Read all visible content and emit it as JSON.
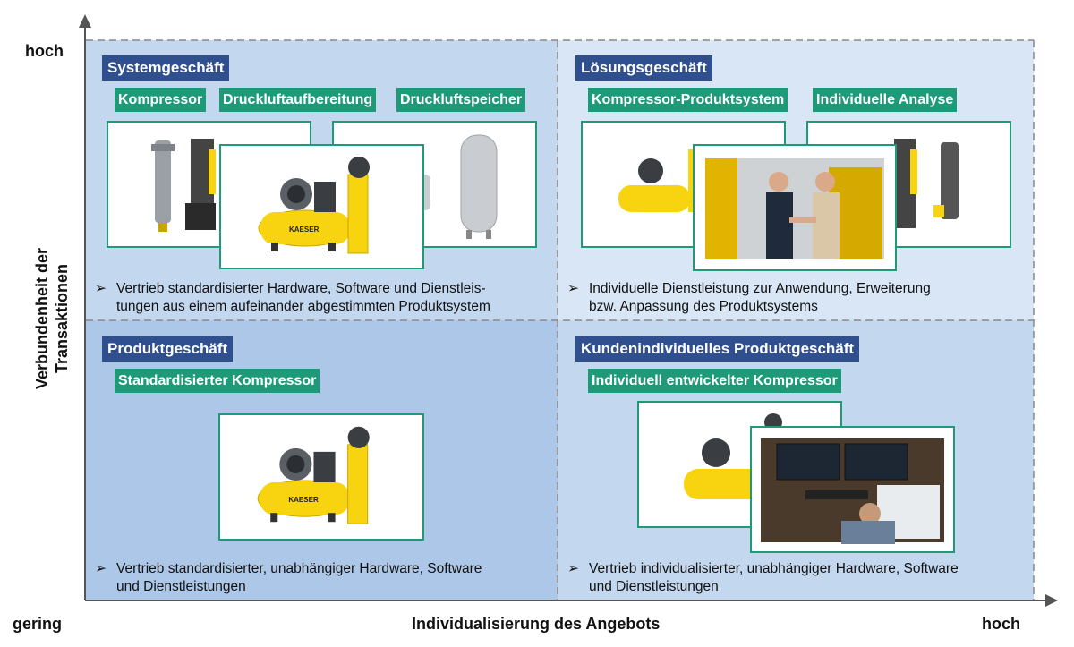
{
  "axes": {
    "y_high": "hoch",
    "x_low": "gering",
    "x_high": "hoch",
    "x_title": "Individualisierung des Angebots",
    "y_title_line1": "Verbundenheit der",
    "y_title_line2": "Transaktionen"
  },
  "quadrants": {
    "top_left": {
      "title": "Systemgeschäft",
      "tags": [
        "Kompressor",
        "Druckluftaufbereitung",
        "Druckluftspeicher"
      ],
      "desc_line1": "Vertrieb standardisierter  Hardware, Software und Dienstleis-",
      "desc_line2": "tungen aus einem aufeinander abgestimmten Produktsystem"
    },
    "top_right": {
      "title": "Lösungsgeschäft",
      "tags": [
        "Kompressor-Produktsystem",
        "Individuelle Analyse"
      ],
      "desc_line1": "Individuelle Dienstleistung zur Anwendung,  Erweiterung",
      "desc_line2": "bzw. Anpassung des Produktsystems"
    },
    "bottom_left": {
      "title": "Produktgeschäft",
      "tags": [
        "Standardisierter Kompressor"
      ],
      "desc_line1": "Vertrieb standardisierter, unabhängiger Hardware, Software",
      "desc_line2": "und Dienstleistungen"
    },
    "bottom_right": {
      "title": "Kundenindividuelles Produktgeschäft",
      "tags": [
        "Individuell entwickelter Kompressor"
      ],
      "desc_line1": "Vertrieb individualisierter, unabhängiger Hardware, Software",
      "desc_line2": "und Dienstleistungen"
    }
  },
  "bullet_symbol": "➢",
  "brand_logo": "KAESER",
  "colors": {
    "title_bg": "#2f4f8f",
    "tag_bg": "#1f9a78",
    "quadrant_light": "#d9e6f6",
    "quadrant_mid": "#c4d8ef",
    "quadrant_dark": "#aec8e8",
    "compressor_yellow": "#f7d40f"
  }
}
